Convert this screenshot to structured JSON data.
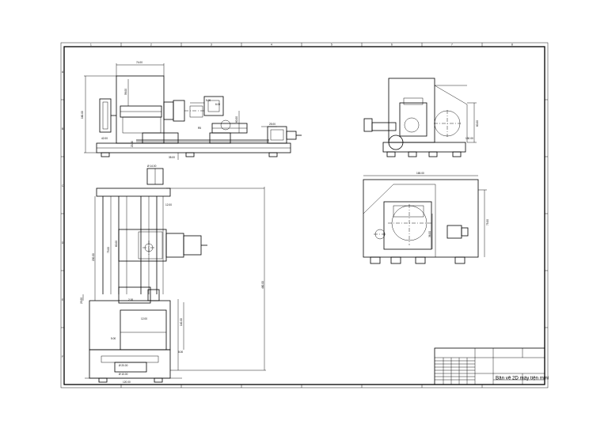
{
  "drawing": {
    "title": "Bản vẽ 2D máy tiện mini",
    "zones_top": [
      "1",
      "2",
      "3",
      "4",
      "5",
      "6",
      "7",
      "8"
    ],
    "zones_side": [
      "A",
      "B",
      "C",
      "D",
      "E",
      "F"
    ]
  },
  "dimensions": {
    "front_top_width": "74.00",
    "front_height": "160.00",
    "front_inner": "58.00",
    "front_small_1": "5.00",
    "front_small_2": "6.00",
    "front_small_3": "R5",
    "front_small_4": "60.00",
    "front_small_5": "25.00",
    "front_small_6": "42.00",
    "front_small_7": "35.00",
    "front_small_8": "20.00",
    "side_height": "60.00",
    "side_bottom": "130.00",
    "plan_top_width": "165.00",
    "plan_right": "75.00",
    "plan_mid": "36.00",
    "top_total": "460.00",
    "top_a": "200.00",
    "top_b": "25.00",
    "top_c": "12.00",
    "top_d": "Ø 14.00",
    "top_e": "75.00",
    "top_f": "60.00",
    "top_g": "140.00",
    "top_h": "Ø 20.00",
    "top_i": "12.00",
    "top_j": "5.00",
    "top_k": "Ø 10.00",
    "top_l": "120.00",
    "top_m": "2.00",
    "top_n": "8.00"
  }
}
